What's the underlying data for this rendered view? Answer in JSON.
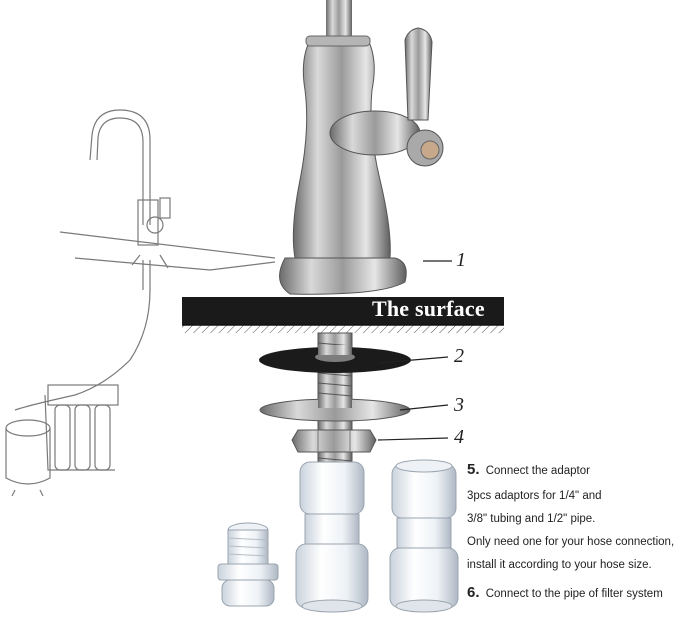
{
  "surface_label": "The surface",
  "part_numbers": [
    "1",
    "2",
    "3",
    "4"
  ],
  "step5": {
    "number": "5.",
    "title": "Connect the adaptor"
  },
  "notes": [
    "3pcs adaptors for 1/4\" and",
    "3/8\" tubing and 1/2\" pipe.",
    "Only need one for your hose connection,",
    "install it according to your hose size."
  ],
  "step6": {
    "number": "6.",
    "title": "Connect to the pipe of filter system"
  },
  "icons": [
    "faucet-illustration",
    "ro-system-sketch",
    "washer-rubber",
    "washer-steel",
    "hex-nut",
    "push-fit-adaptor"
  ]
}
